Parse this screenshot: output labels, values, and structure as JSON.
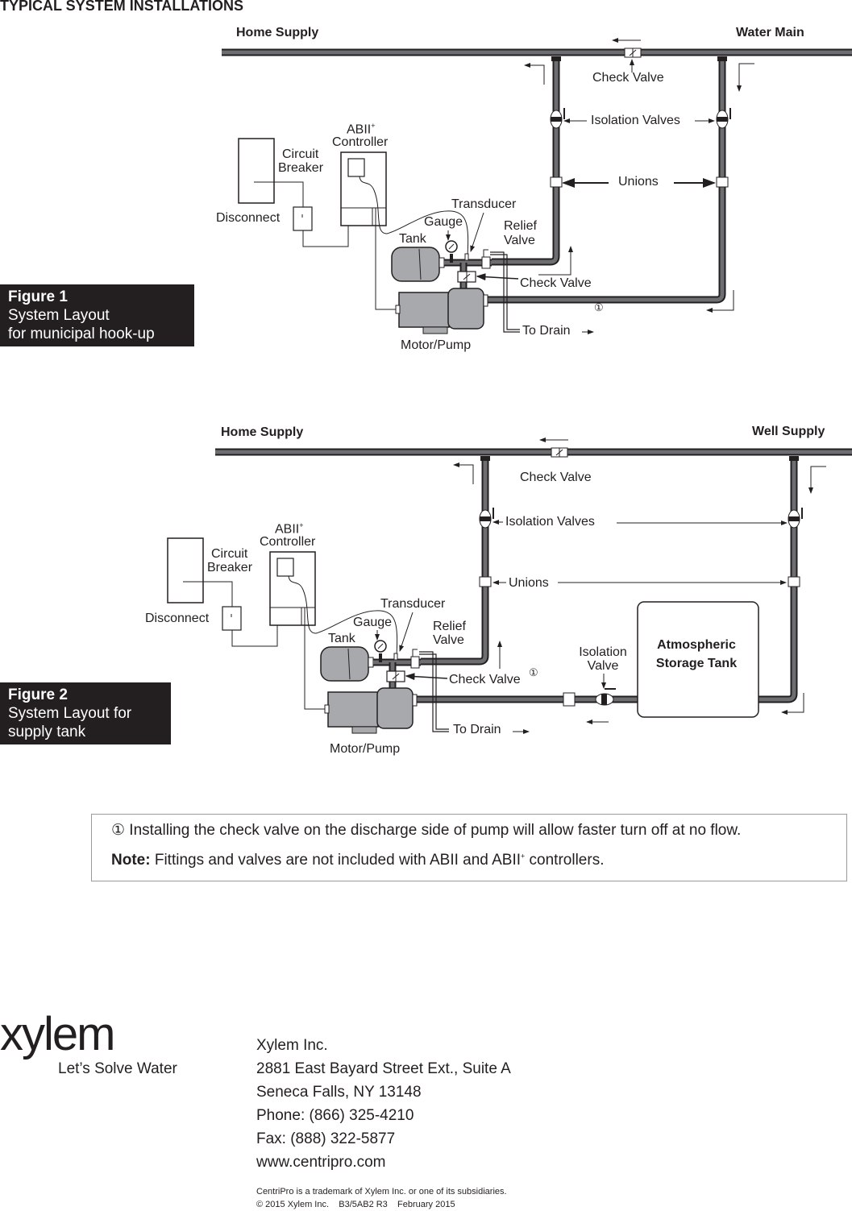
{
  "page_title": "TYPICAL SYSTEM INSTALLATIONS",
  "figure1": {
    "heading": "Figure 1",
    "caption_lines": [
      "System Layout",
      "for municipal hook-up"
    ],
    "labels": {
      "home_supply": "Home Supply",
      "water_main": "Water Main",
      "check_valve_main": "Check Valve",
      "isolation_valves": "Isolation Valves",
      "unions": "Unions",
      "abii": "ABII",
      "abii_sup": "+",
      "controller": "Controller",
      "circuit": "Circuit",
      "breaker": "Breaker",
      "disconnect": "Disconnect",
      "transducer": "Transducer",
      "gauge": "Gauge",
      "relief": "Relief",
      "valve": "Valve",
      "tank": "Tank",
      "check_valve_pump": "Check Valve",
      "footnote_mark": "①",
      "to_drain": "To Drain",
      "motor_pump": "Motor/Pump"
    }
  },
  "figure2": {
    "heading": "Figure 2",
    "caption_lines": [
      "System Layout for",
      "supply tank"
    ],
    "labels": {
      "home_supply": "Home Supply",
      "well_supply": "Well Supply",
      "check_valve_main": "Check Valve",
      "isolation_valves": "Isolation Valves",
      "unions": "Unions",
      "abii": "ABII",
      "abii_sup": "+",
      "controller": "Controller",
      "circuit": "Circuit",
      "breaker": "Breaker",
      "disconnect": "Disconnect",
      "transducer": "Transducer",
      "gauge": "Gauge",
      "relief": "Relief",
      "valve": "Valve",
      "tank": "Tank",
      "check_valve_pump": "Check Valve",
      "footnote_mark": "①",
      "to_drain": "To Drain",
      "motor_pump": "Motor/Pump",
      "isolation": "Isolation",
      "isolation_valve": "Valve",
      "atmospheric": "Atmospheric",
      "storage_tank": "Storage Tank"
    }
  },
  "notes": {
    "footnote": "① Installing the check valve on the discharge side of pump will allow faster turn off at no flow.",
    "note_label": "Note:",
    "note_text": " Fittings and valves are not included with ABII and ABII",
    "note_sup": "+",
    "note_end": " controllers."
  },
  "footer": {
    "logo": "xylem",
    "tagline": "Let’s Solve Water",
    "address_lines": [
      "Xylem Inc.",
      "2881 East Bayard Street Ext., Suite A",
      "Seneca Falls, NY 13148",
      "Phone: (866) 325-4210",
      "Fax: (888) 322-5877",
      "www.centripro.com"
    ],
    "trademark": "CentriPro is a trademark of Xylem Inc. or one of its subsidiaries.",
    "copyright": "© 2015 Xylem Inc.    B3/5AB2 R3    February 2015"
  },
  "colors": {
    "ink": "#231f20",
    "pipe": "#6d6e71",
    "component": "#a7a9ac"
  }
}
